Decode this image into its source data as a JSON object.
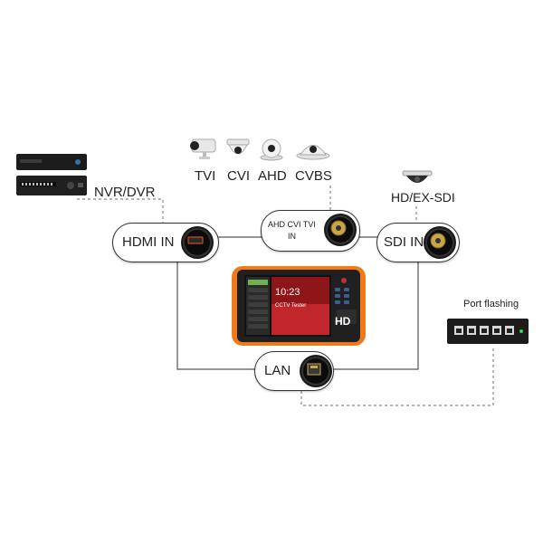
{
  "devices": {
    "nvr_label": "NVR/DVR",
    "switch_label": "Port flashing",
    "sdi_camera_label": "HD/EX-SDI"
  },
  "cameras": [
    {
      "label": "TVI",
      "icon": "bullet-camera-icon"
    },
    {
      "label": "CVI",
      "icon": "dome-camera-icon"
    },
    {
      "label": "AHD",
      "icon": "eyeball-camera-icon"
    },
    {
      "label": "CVBS",
      "icon": "turret-camera-icon"
    }
  ],
  "ports": {
    "hdmi_in": "HDMI IN",
    "analog_in_line1": "AHD CVI TVI",
    "analog_in_line2": "IN",
    "sdi_in": "SDI IN",
    "lan": "LAN"
  },
  "tester": {
    "time": "10:23",
    "name": "CCTV Tester",
    "badge": "HD"
  },
  "colors": {
    "wire": "#555555",
    "dashed_wire": "#888888",
    "tester_orange": "#f07a1a",
    "screen_red": "#c0262a"
  }
}
